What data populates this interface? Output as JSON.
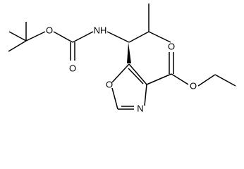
{
  "diagram": {
    "type": "chemical-structure",
    "atom_labels": {
      "ester_ether_o_boc": "O",
      "nh": "NH",
      "carbonyl_o_boc": "O",
      "ring_o": "O",
      "ring_n": "N",
      "carbonyl_o_ester": "O",
      "ester_ether_o_ethyl": "O"
    }
  }
}
